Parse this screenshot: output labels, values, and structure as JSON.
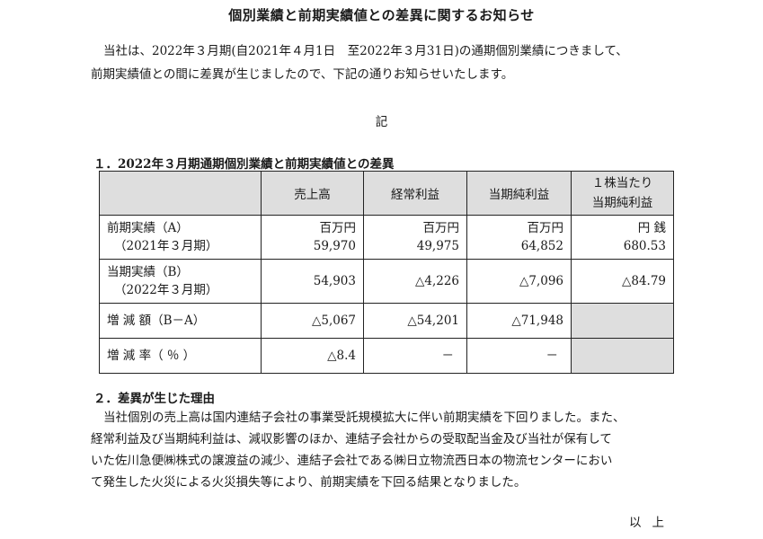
{
  "document": {
    "title": "個別業績と前期実績値との差異に関するお知らせ",
    "intro_line1": "当社は、2022年３月期(自2021年４月1日　至2022年３月31日)の通期個別業績につきまして、",
    "intro_line2": "前期実績値との間に差異が生じましたので、下記の通りお知らせいたします。",
    "ki": "記",
    "section1_heading": "１．2022年３月期通期個別業績と前期実績値との差異",
    "section2_heading": "２．差異が生じた理由",
    "reason_line1": "当社個別の売上高は国内連結子会社の事業受託規模拡大に伴い前期実績を下回りました。また、",
    "reason_line2": "経常利益及び当期純利益は、減収影響のほか、連結子会社からの受取配当金及び当社が保有して",
    "reason_line3": "いた佐川急便㈱株式の譲渡益の減少、連結子会社である㈱日立物流西日本の物流センターにおい",
    "reason_line4": "て発生した火災による火災損失等により、前期実績を下回る結果となりました。",
    "closing": "以上"
  },
  "table": {
    "headers": {
      "blank": "",
      "sales": "売上高",
      "ordinary_profit": "経常利益",
      "net_income": "当期純利益",
      "eps_line1": "１株当たり",
      "eps_line2": "当期純利益"
    },
    "row_prev": {
      "label": "前期実績（A）",
      "sublabel": "（2021年３月期）",
      "unit_million": "百万円",
      "unit_yen": "円 銭",
      "sales": "59,970",
      "ordinary_profit": "49,975",
      "net_income": "64,852",
      "eps": "680.53"
    },
    "row_curr": {
      "label": "当期実績（B）",
      "sublabel": "（2022年３月期）",
      "sales": "54,903",
      "ordinary_profit": "△4,226",
      "net_income": "△7,096",
      "eps": "△84.79"
    },
    "row_diff": {
      "label": "増 減 額（B－A）",
      "sales": "△5,067",
      "ordinary_profit": "△54,201",
      "net_income": "△71,948"
    },
    "row_rate": {
      "label": "増 減 率（ ％ ）",
      "sales": "△8.4",
      "ordinary_profit": "－",
      "net_income": "－"
    }
  }
}
